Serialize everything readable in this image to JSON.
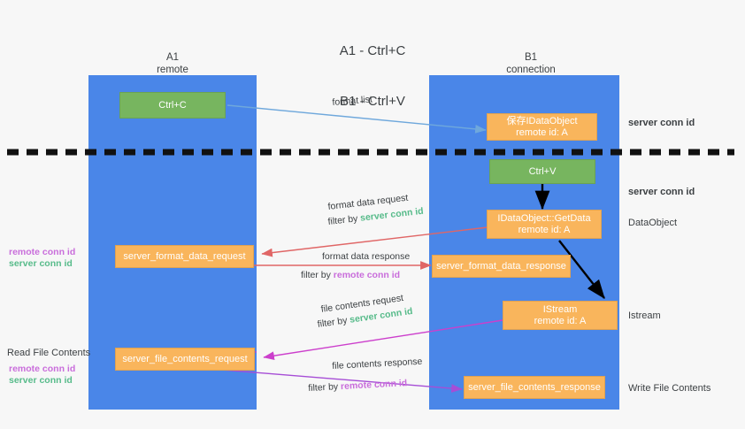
{
  "title": {
    "line1": "A1 - Ctrl+C",
    "line2": "B1 - Ctrl+V"
  },
  "colors": {
    "background": "#f7f7f7",
    "lane": "#4a86e8",
    "node_green": "#77b55f",
    "node_orange": "#f9b55c",
    "text": "#3c4043",
    "server_conn_id": "#57bb8a",
    "remote_conn_id": "#c96ddb",
    "arrow_blue": "#6fa8dc",
    "arrow_red": "#e06666",
    "arrow_magenta": "#cc3fcc",
    "arrow_purple": "#a64dd6",
    "arrow_black": "#000000",
    "divider": "#111111"
  },
  "lanes": [
    {
      "id": "a1",
      "title": "A1",
      "subtitle": "remote"
    },
    {
      "id": "b1",
      "title": "B1",
      "subtitle": "connection"
    }
  ],
  "nodes": [
    {
      "id": "ctrl-c",
      "line1": "Ctrl+C",
      "line2": "",
      "style": "green"
    },
    {
      "id": "ctrl-v",
      "line1": "Ctrl+V",
      "line2": "",
      "style": "green"
    },
    {
      "id": "idataobject-store",
      "line1": "保存IDataObject",
      "line2": "remote id: A",
      "style": "orange"
    },
    {
      "id": "idataobject-getdata",
      "line1": "IDataObject::GetData",
      "line2": "remote id: A",
      "style": "orange"
    },
    {
      "id": "istream",
      "line1": "IStream",
      "line2": "remote id: A",
      "style": "orange"
    },
    {
      "id": "server-format-data-request",
      "line1": "server_format_data_request",
      "line2": "",
      "style": "orange"
    },
    {
      "id": "server-format-data-response",
      "line1": "server_format_data_response",
      "line2": "",
      "style": "orange"
    },
    {
      "id": "server-file-contents-request",
      "line1": "server_file_contents_request",
      "line2": "",
      "style": "orange"
    },
    {
      "id": "server-file-contents-response",
      "line1": "server_file_contents_response",
      "line2": "",
      "style": "orange"
    }
  ],
  "flow_labels": {
    "format_list": "format list",
    "format_data_request": "format data request",
    "format_data_response": "format data response",
    "file_contents_request": "file contents request",
    "file_contents_response": "file contents response",
    "filter_by": "filter by ",
    "server_conn_id": "server conn id",
    "remote_conn_id": "remote conn id"
  },
  "side_labels": {
    "server_conn_id_top": "server conn id",
    "server_conn_id_mid": "server conn id",
    "dataobject": "DataObject",
    "istream": "Istream",
    "write_file_contents": "Write File Contents",
    "read_file_contents": "Read File Contents"
  },
  "legends": [
    {
      "id": "legend-mid",
      "remote": "remote conn id",
      "server": "server conn id"
    },
    {
      "id": "legend-bottom",
      "remote": "remote conn id",
      "server": "server conn id"
    }
  ]
}
